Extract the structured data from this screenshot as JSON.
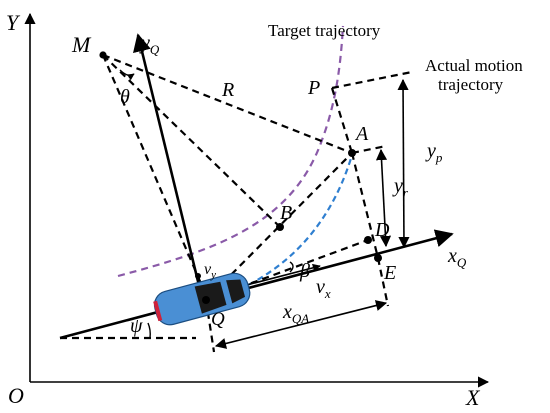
{
  "axes": {
    "x_label": "X",
    "y_label": "Y",
    "origin_label": "O"
  },
  "curves": {
    "target_label": "Target trajectory",
    "target_color": "#8a5aa8",
    "actual_label_line1": "Actual motion",
    "actual_label_line2": "trajectory",
    "path_color": "#2f7fd0"
  },
  "points": {
    "M": "M",
    "P": "P",
    "A": "A",
    "B": "B",
    "D": "D",
    "E": "E",
    "Q": "Q"
  },
  "symbols": {
    "R": "R",
    "theta": "θ",
    "beta": "β",
    "psi": "ψ",
    "yQ_main": "y",
    "yQ_sub": "Q",
    "xQ_main": "x",
    "xQ_sub": "Q",
    "yp_main": "y",
    "yp_sub": "p",
    "yr_main": "y",
    "yr_sub": "r",
    "vx_main": "v",
    "vx_sub": "x",
    "vy_main": "v",
    "vy_sub": "y",
    "xQA_main": "x",
    "xQA_sub": "QA"
  },
  "vehicle": {
    "body_color": "#4a8fd4",
    "window_color": "#1a1a1a",
    "accent_color": "#d0213a"
  }
}
